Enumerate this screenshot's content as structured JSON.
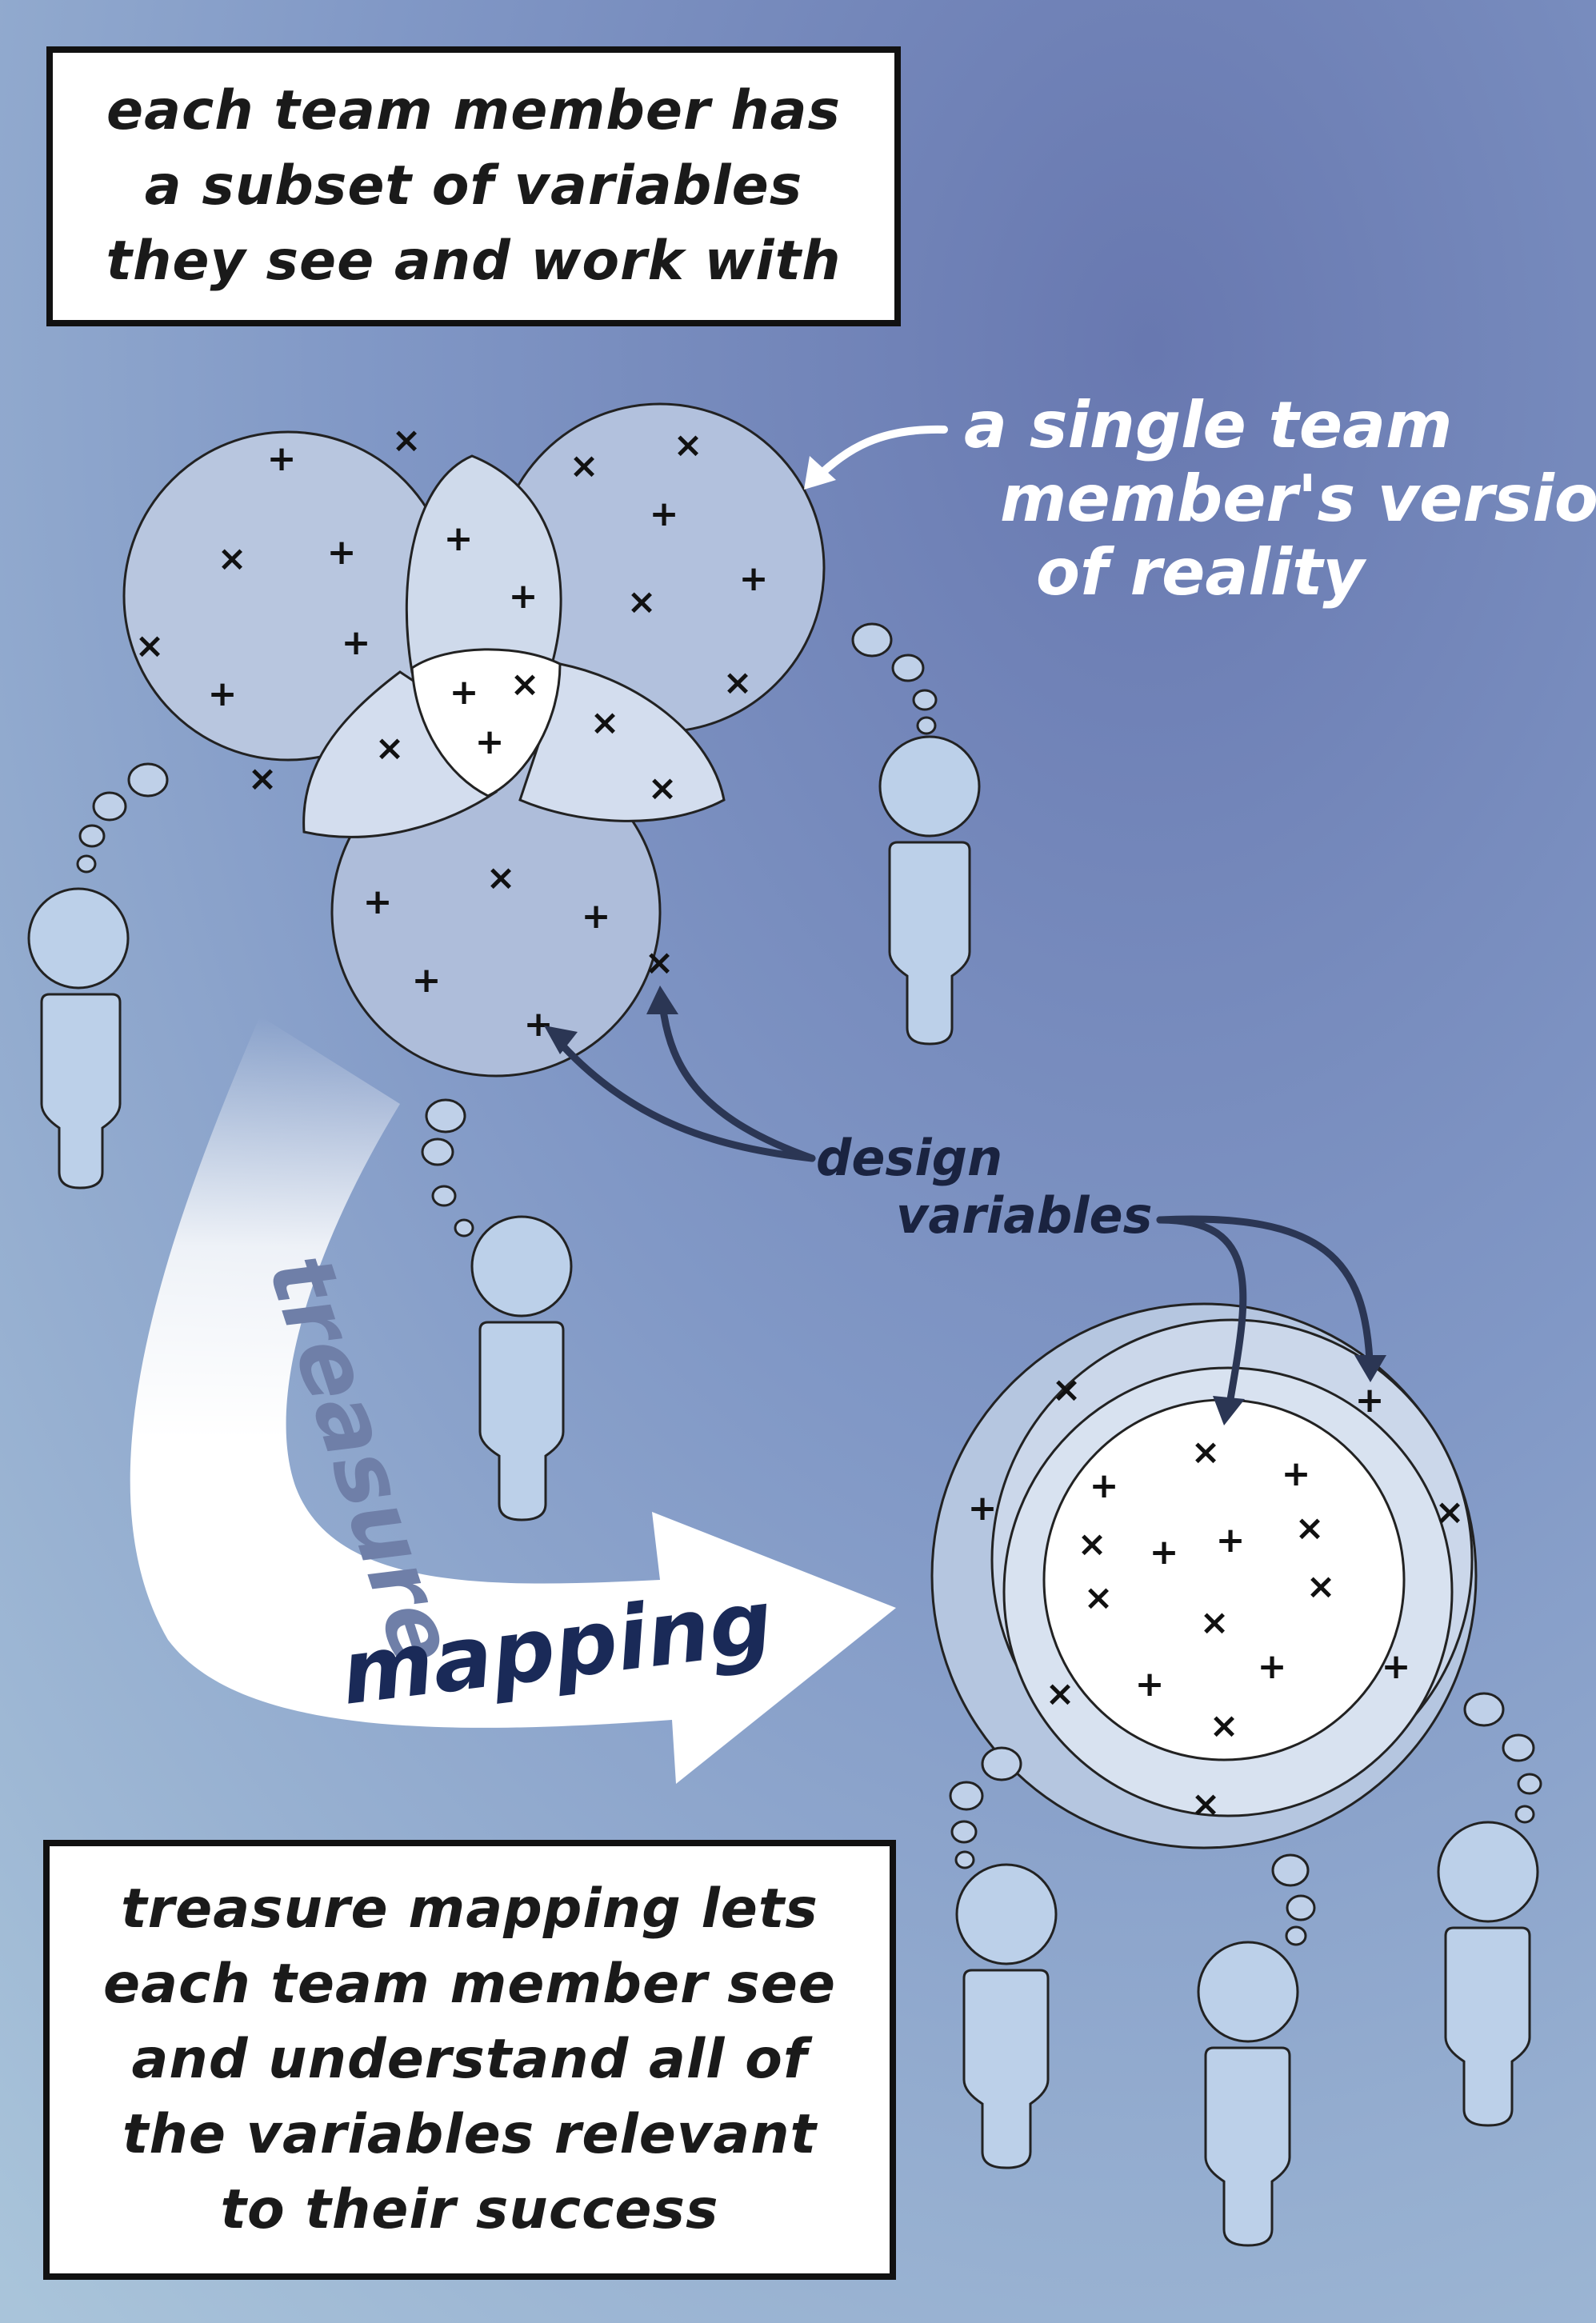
{
  "captions": {
    "top": [
      "each team member has",
      "a subset of variables",
      "they see and work with"
    ],
    "bottom": [
      "treasure mapping lets",
      "each team member see",
      "and understand all of",
      "the variables relevant",
      "to their success"
    ]
  },
  "annotations": {
    "single_member": [
      "a single team",
      "member's version",
      "of reality"
    ],
    "design_variables": [
      "design",
      "variables"
    ]
  },
  "process_arrow": {
    "word1": "treasure",
    "word2": "mapping"
  },
  "symbols": {
    "plus": "+",
    "cross": "×"
  },
  "colors": {
    "background_light": "#a8c3da",
    "background_dark": "#6c7fb5",
    "bubble_fill": "#b9c9e1",
    "bubble_overlap": "#dde5f2",
    "person_fill": "#bdd0e8",
    "outline": "#222222",
    "label_dark": "#1a2340"
  }
}
